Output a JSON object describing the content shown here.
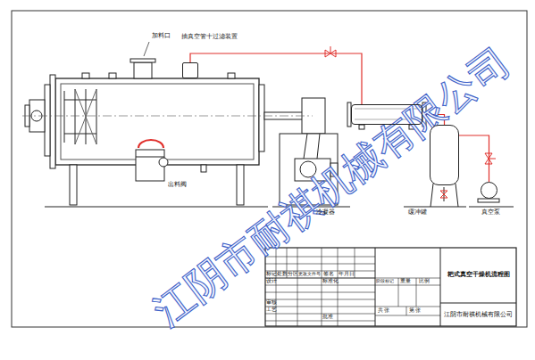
{
  "diagram": {
    "title": "耙式真空干燥机流程图",
    "nodes": [
      {
        "text": [
          "抽真空管十过滤装置"
        ]
      },
      {
        "text": [
          "冷凝器"
        ]
      },
      {
        "text": [
          "缓冲罐"
        ]
      },
      {
        "text": [
          "真空泵"
        ]
      }
    ],
    "edges": [
      {
        "from": 0,
        "to": 1,
        "arrow": "none"
      },
      {
        "from": 1,
        "to": 2,
        "arrow": "none"
      },
      {
        "from": 2,
        "to": 3,
        "arrow": "none"
      }
    ],
    "labels": [
      "加料口",
      "出料阀",
      "标记",
      "处数",
      "分区",
      "更改文件号",
      "签名",
      "年月日",
      "设计",
      "标准化",
      "审核",
      "工艺",
      "批准",
      "阶段标记",
      "重量",
      "比例",
      "共 张",
      "第 张",
      "江阴市耐祺机械有限公司",
      "江阴市耐祺机械有限公司"
    ]
  }
}
